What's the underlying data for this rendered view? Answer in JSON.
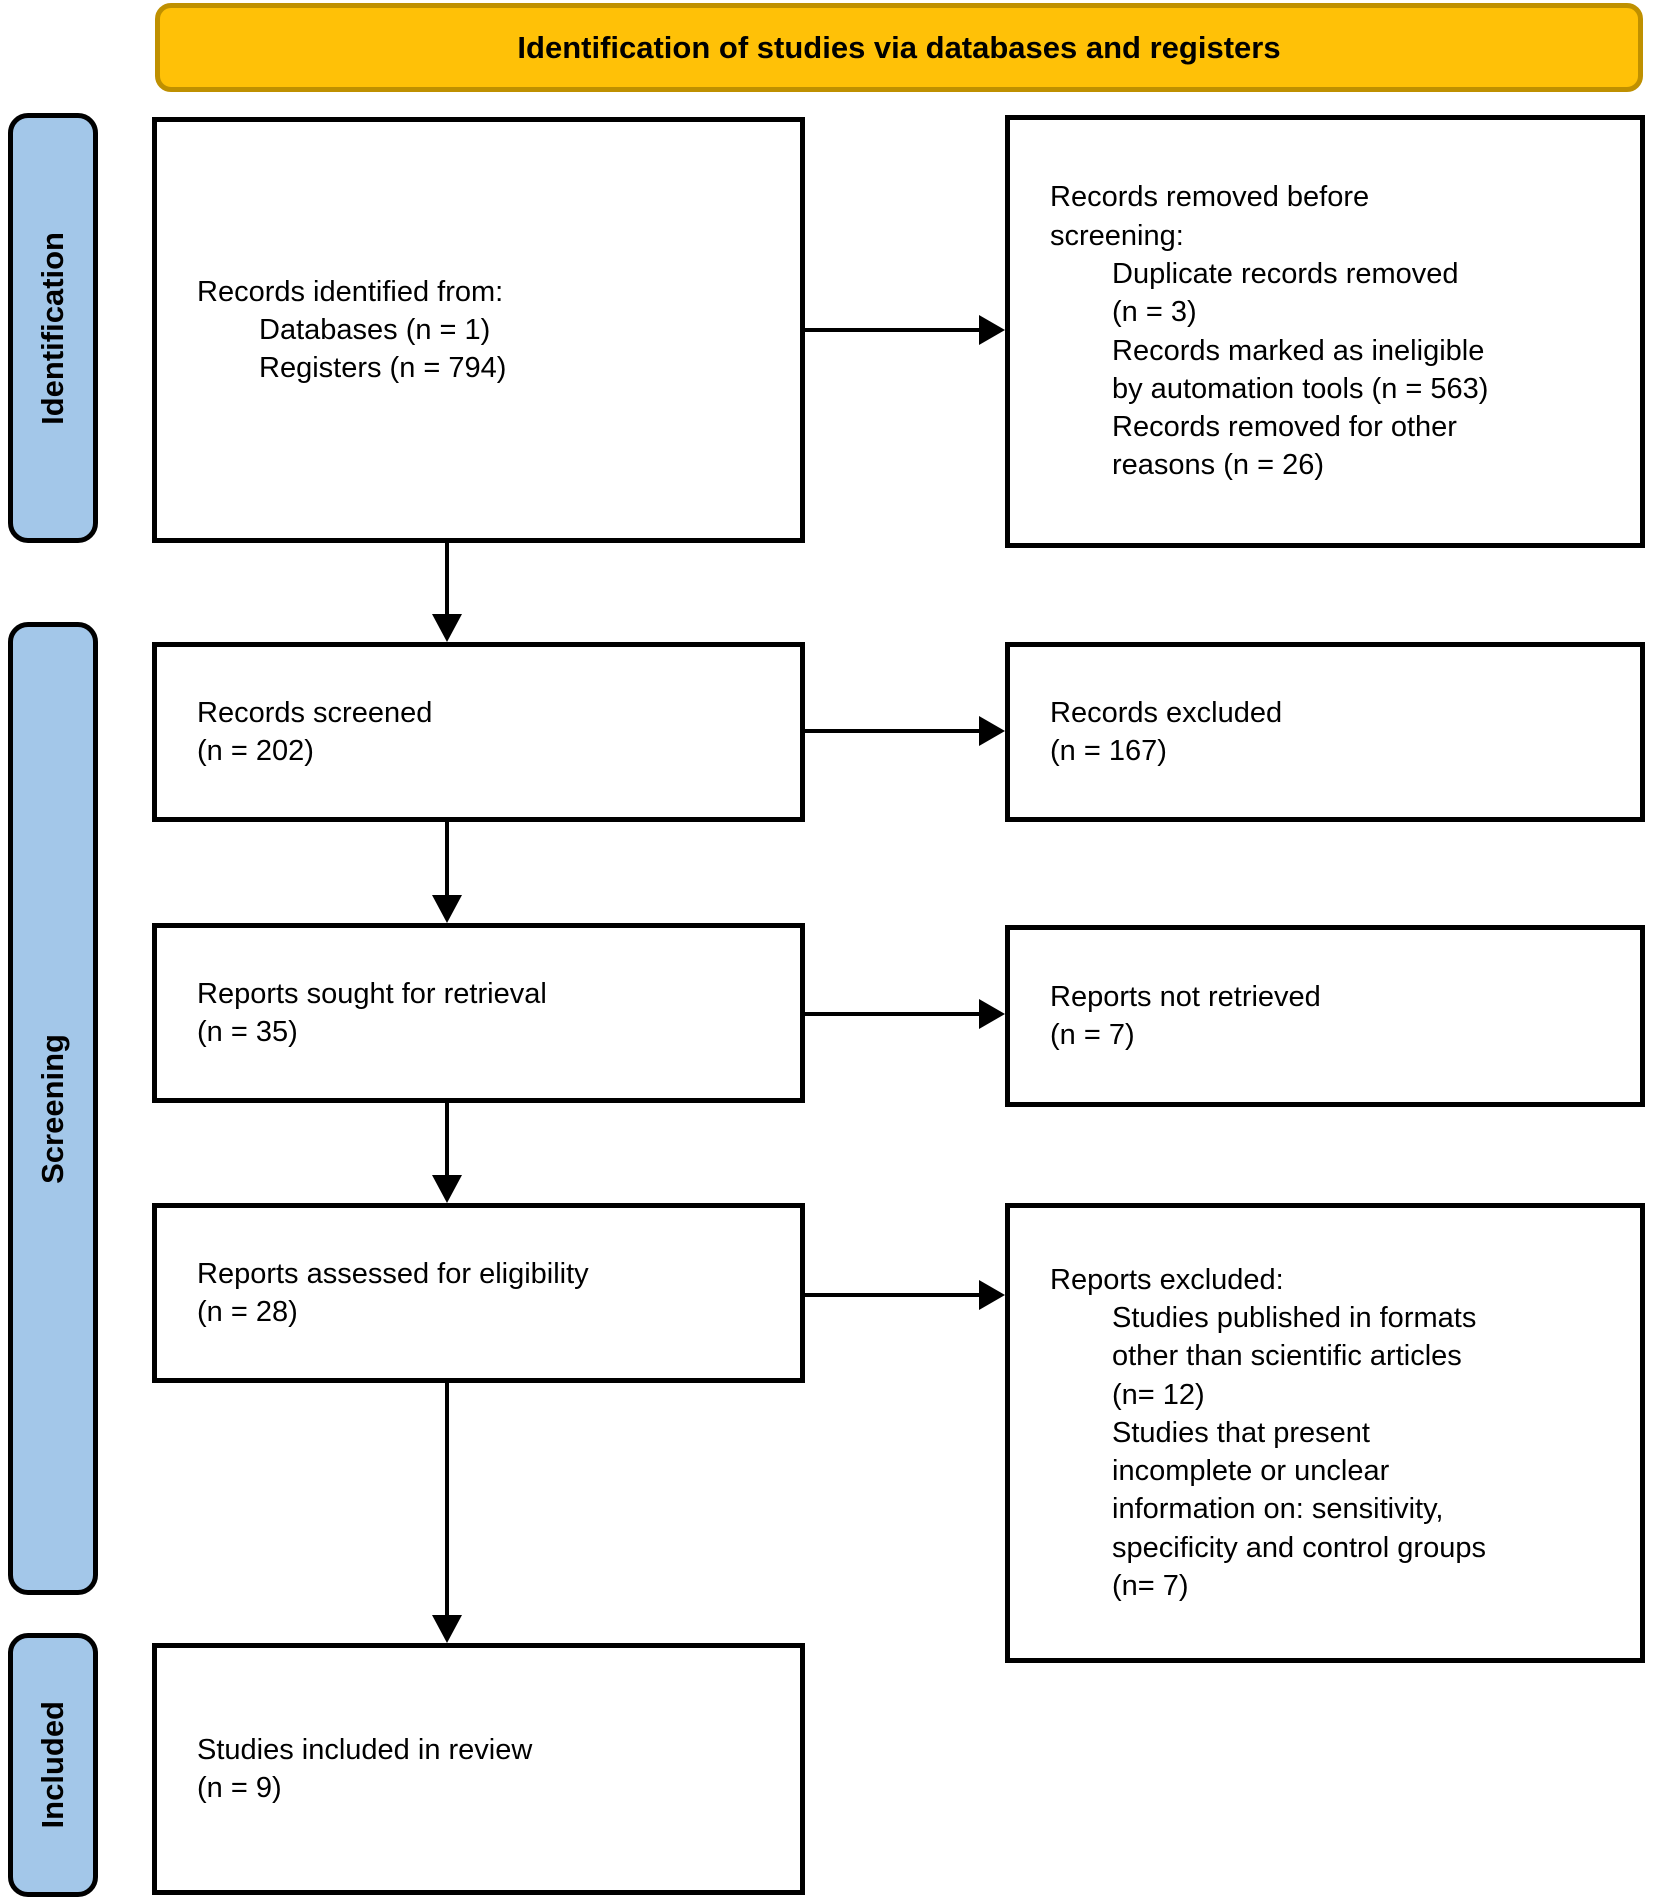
{
  "banner": {
    "title": "Identification of studies via databases and registers"
  },
  "sidebar": {
    "identification": "Identification",
    "screening": "Screening",
    "included": "Included"
  },
  "colors": {
    "banner_fill": "#FFC107",
    "banner_border": "#BF9000",
    "sidebar_fill": "#A3C7E9",
    "box_border": "#000000",
    "box_fill": "#FFFFFF",
    "text": "#000000"
  },
  "boxes": {
    "records_identified": {
      "lines": [
        "Records identified from:",
        "Databases (n = 1)",
        "Registers (n = 794)"
      ]
    },
    "records_removed": {
      "lines": [
        "Records removed before",
        "screening:",
        "Duplicate records removed",
        "(n = 3)",
        "Records marked as ineligible",
        "by automation tools (n = 563)",
        "Records removed for other",
        "reasons (n = 26)"
      ]
    },
    "records_screened": {
      "lines": [
        "Records screened",
        "(n = 202)"
      ]
    },
    "records_excluded": {
      "lines": [
        "Records excluded",
        "(n = 167)"
      ]
    },
    "reports_sought": {
      "lines": [
        "Reports sought for retrieval",
        "(n = 35)"
      ]
    },
    "reports_not_retrieved": {
      "lines": [
        "Reports not retrieved",
        "(n = 7)"
      ]
    },
    "reports_assessed": {
      "lines": [
        "Reports assessed for eligibility",
        "(n = 28)"
      ]
    },
    "reports_excluded": {
      "lines": [
        "Reports excluded:",
        "Studies published in formats",
        "other than scientific articles",
        "(n= 12)",
        "Studies that present",
        "incomplete or unclear",
        "information on: sensitivity,",
        "specificity and control groups",
        "(n= 7)"
      ]
    },
    "studies_included": {
      "lines": [
        "Studies included in review",
        "(n = 9)"
      ]
    }
  }
}
